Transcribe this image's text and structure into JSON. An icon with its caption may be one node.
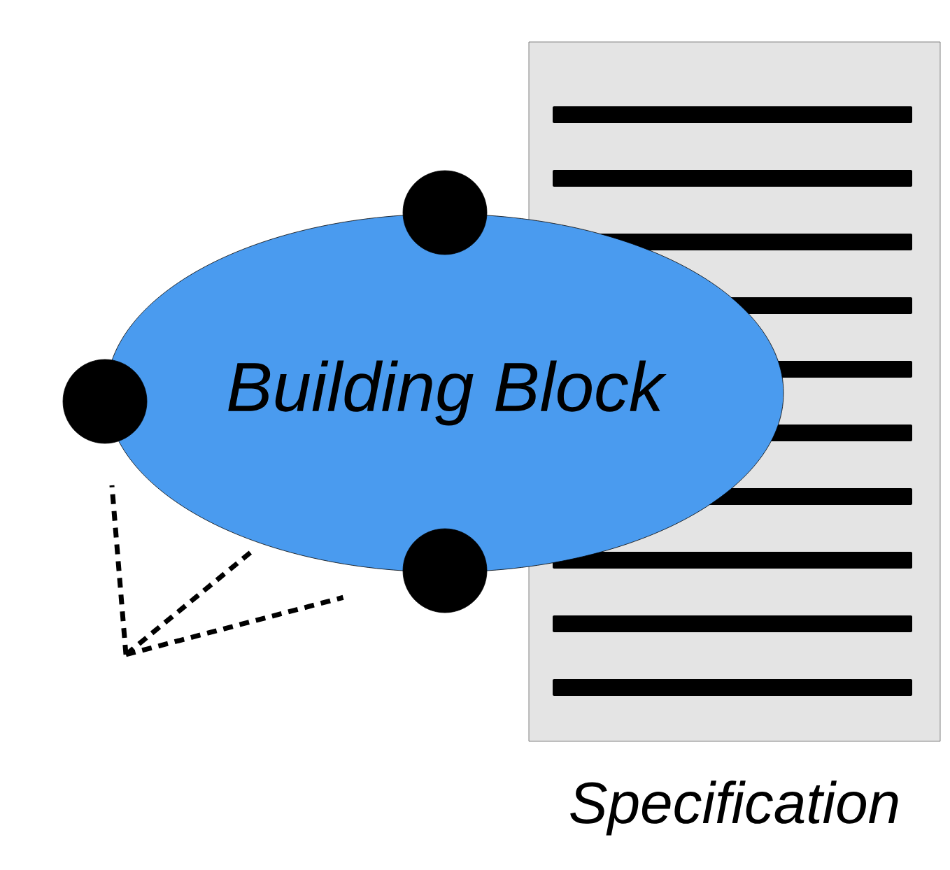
{
  "diagram": {
    "nodes": [
      {
        "text": [
          "Building Block"
        ]
      },
      {
        "text": [],
        "shape": "circle"
      },
      {
        "text": [],
        "shape": "circle"
      },
      {
        "text": [],
        "shape": "circle"
      },
      {
        "text": [],
        "shape": "box",
        "beside": [
          "Specification"
        ]
      }
    ],
    "edges": [
      {
        "from": null,
        "to": 2,
        "arrow": "none",
        "style": "dashed"
      },
      {
        "from": null,
        "to": 0,
        "arrow": "none",
        "style": "dashed"
      },
      {
        "from": null,
        "to": 3,
        "arrow": "none",
        "style": "dashed"
      }
    ]
  }
}
